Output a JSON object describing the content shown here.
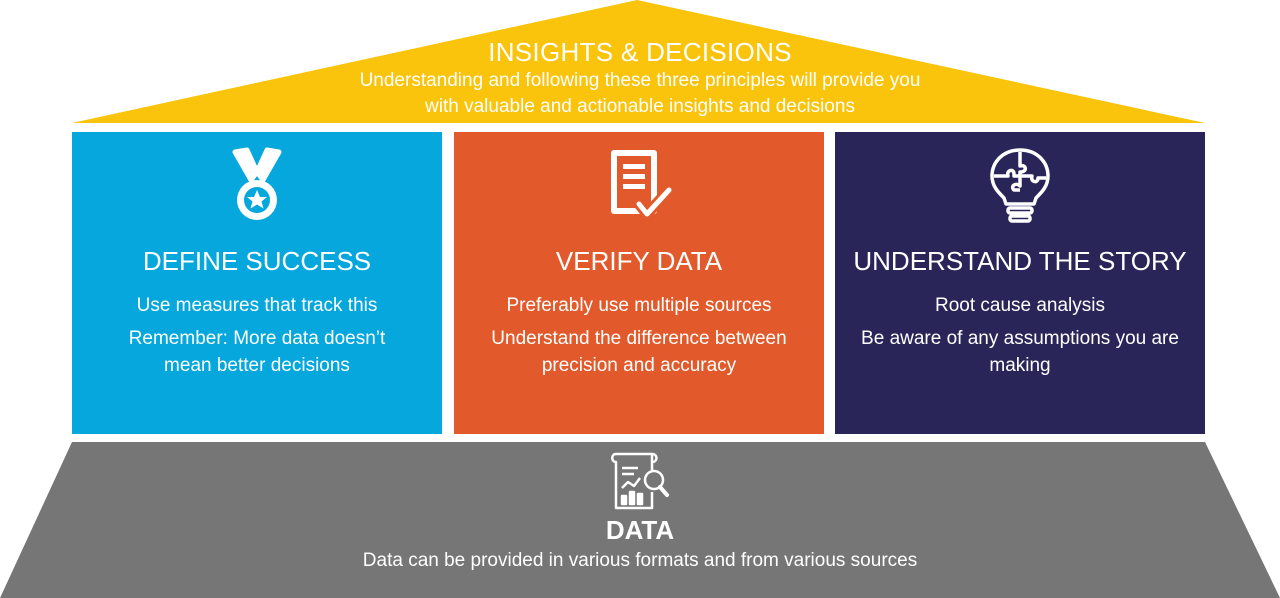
{
  "colors": {
    "roof": "#f9c40b",
    "pillar1": "#05a7dc",
    "pillar2": "#e25a2b",
    "pillar3": "#2a2559",
    "base": "#767676"
  },
  "roof": {
    "title": "INSIGHTS & DECISIONS",
    "subtitle_line1": "Understanding and following these three principles will provide you",
    "subtitle_line2": "with valuable and actionable insights and decisions"
  },
  "pillars": [
    {
      "icon": "medal-icon",
      "title": "DEFINE SUCCESS",
      "line1": "Use measures that track this",
      "line2": "Remember: More data doesn’t mean better decisions"
    },
    {
      "icon": "checklist-icon",
      "title": "VERIFY DATA",
      "line1": "Preferably use multiple sources",
      "line2": "Understand the difference between precision and accuracy"
    },
    {
      "icon": "puzzle-lightbulb-icon",
      "title": "UNDERSTAND THE STORY",
      "line1": "Root cause analysis",
      "line2": "Be aware of any assumptions you are making"
    }
  ],
  "base": {
    "icon": "data-report-icon",
    "title": "DATA",
    "subtitle": "Data can be provided in various formats and from various sources"
  }
}
